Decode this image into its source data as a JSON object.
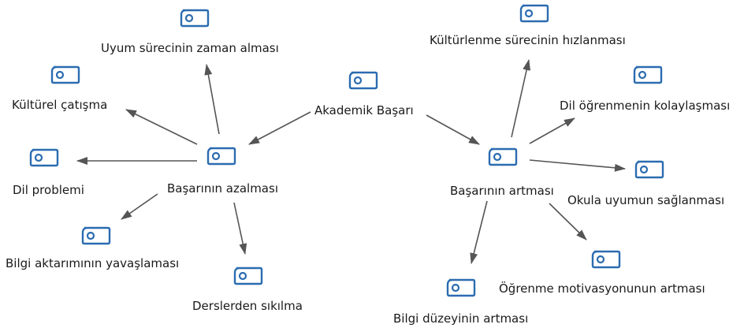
{
  "diagram": {
    "icon_name": "code-node-icon",
    "colors": {
      "icon_stroke": "#2b6cb0",
      "edge": "#555555",
      "text": "#1a1a1a",
      "background": "#ffffff"
    },
    "nodes": [
      {
        "id": "akademik",
        "label": "Akademik Başarı"
      },
      {
        "id": "azalma",
        "label": "Başarının azalması"
      },
      {
        "id": "artma",
        "label": "Başarının artması"
      },
      {
        "id": "uyum",
        "label": "Uyum sürecinin zaman alması"
      },
      {
        "id": "kulturel",
        "label": "Kültürel çatışma"
      },
      {
        "id": "dil",
        "label": "Dil problemi"
      },
      {
        "id": "bilgiakt",
        "label": "Bilgi aktarımının yavaşlaması"
      },
      {
        "id": "dersler",
        "label": "Derslerden sıkılma"
      },
      {
        "id": "kulturlenme",
        "label": "Kültürlenme sürecinin hızlanması"
      },
      {
        "id": "dilogr",
        "label": "Dil öğrenmenin kolaylaşması"
      },
      {
        "id": "okula",
        "label": "Okula uyumun sağlanması"
      },
      {
        "id": "ogrenme",
        "label": "Öğrenme motivasyonunun artması"
      },
      {
        "id": "bilgiduz",
        "label": "Bilgi düzeyinin artması"
      }
    ],
    "edges": [
      {
        "from": "akademik",
        "to": "azalma"
      },
      {
        "from": "akademik",
        "to": "artma"
      },
      {
        "from": "azalma",
        "to": "uyum"
      },
      {
        "from": "azalma",
        "to": "kulturel"
      },
      {
        "from": "azalma",
        "to": "dil"
      },
      {
        "from": "azalma",
        "to": "bilgiakt"
      },
      {
        "from": "azalma",
        "to": "dersler"
      },
      {
        "from": "artma",
        "to": "kulturlenme"
      },
      {
        "from": "artma",
        "to": "dilogr"
      },
      {
        "from": "artma",
        "to": "okula"
      },
      {
        "from": "artma",
        "to": "ogrenme"
      },
      {
        "from": "artma",
        "to": "bilgiduz"
      }
    ]
  }
}
